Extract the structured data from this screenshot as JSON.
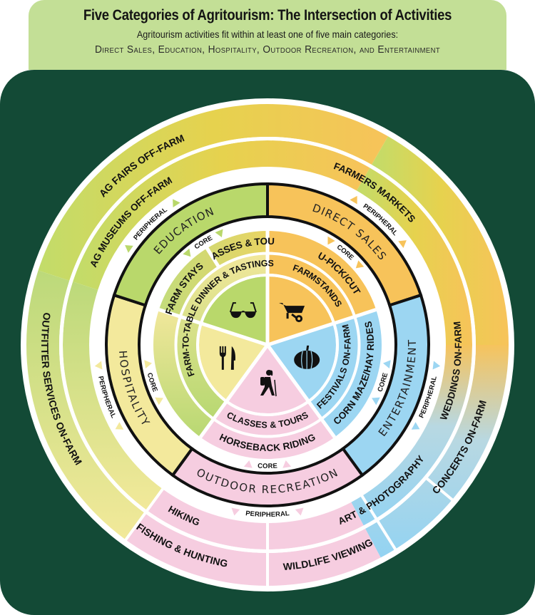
{
  "header": {
    "title": "Five Categories of Agritourism: The Intersection of Activities",
    "subtitle": "Agritourism activities fit within at least one of five main categories:",
    "categories_line": "Direct Sales, Education, Hospitality, Outdoor Recreation, and Entertainment"
  },
  "colors": {
    "background": "#134a36",
    "header_bg": "#c3df96",
    "direct_sales": "#f7c35a",
    "entertainment": "#9cd6f2",
    "outdoor_recreation": "#f6cde0",
    "hospitality": "#f3e99c",
    "education": "#b9d86b"
  },
  "ring_tags": {
    "core": "CORE",
    "peripheral": "PERIPHERAL"
  },
  "categories": [
    {
      "key": "direct_sales",
      "name": "DIRECT SALES",
      "icon": "wheelbarrow-icon",
      "core_inner": "FARMSTANDS",
      "core_outer": "U-PICK/CUT",
      "peripheral": [
        "FARMERS MARKETS"
      ]
    },
    {
      "key": "entertainment",
      "name": "ENTERTAINMENT",
      "icon": "pumpkin-icon",
      "core_inner": "FESTIVALS ON-FARM",
      "core_outer": "CORN MAZE/HAY RIDES",
      "peripheral": [
        "WEDDINGS ON-FARM",
        "CONCERTS ON-FARM"
      ]
    },
    {
      "key": "outdoor_recreation",
      "name": "OUTDOOR RECREATION",
      "icon": "hiker-icon",
      "core_inner": "CLASSES & TOURS",
      "core_outer": "HORSEBACK RIDING",
      "peripheral": [
        "HIKING",
        "FISHING & HUNTING",
        "ART & PHOTOGRAPHY",
        "WILDLIFE VIEWING"
      ]
    },
    {
      "key": "hospitality",
      "name": "HOSPITALITY",
      "icon": "fork-knife-icon",
      "core_inner": "FARM-TO-TABLE DINNER & TASTINGS",
      "core_outer": "FARM STAYS",
      "peripheral": [
        "OUTFITTER SERVICES ON-FARM"
      ]
    },
    {
      "key": "education",
      "name": "EDUCATION",
      "icon": "glasses-icon",
      "core_inner": "FARM-TO-TABLE DINNER & TASTINGS",
      "core_outer": "CLASSES & TOURS",
      "peripheral": [
        "AG MUSEUMS OFF-FARM",
        "AG FAIRS OFF-FARM"
      ]
    }
  ]
}
